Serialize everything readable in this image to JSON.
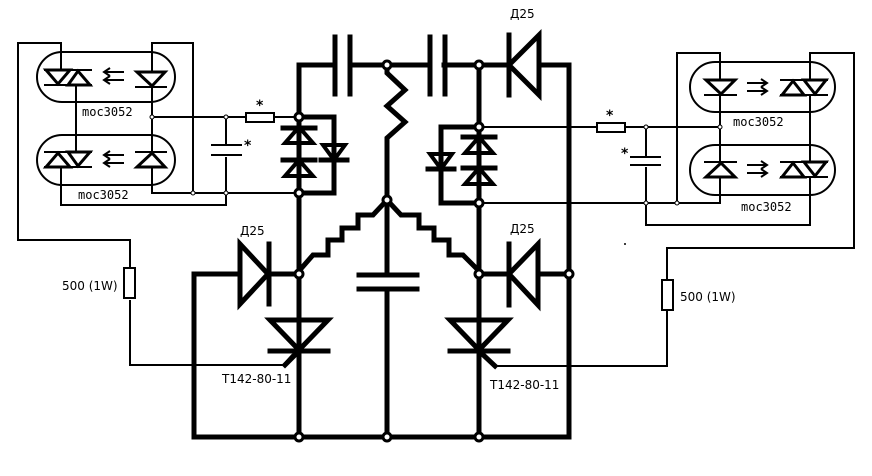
{
  "diagram": {
    "type": "electrical-schematic",
    "labels": {
      "optocoupler_tl": "moc3052",
      "optocoupler_bl": "moc3052",
      "optocoupler_tr": "moc3052",
      "optocoupler_br": "moc3052",
      "diode_top": "Д25",
      "diode_left": "Д25",
      "diode_right": "Д25",
      "thyristor_left": "T142-80-11",
      "thyristor_right": "T142-80-11",
      "resistor_left": "500 (1W)",
      "resistor_right": "500 (1W)",
      "star": "*"
    },
    "components": [
      {
        "id": "U1",
        "kind": "optocoupler",
        "part": "moc3052"
      },
      {
        "id": "U2",
        "kind": "optocoupler",
        "part": "moc3052"
      },
      {
        "id": "U3",
        "kind": "optocoupler",
        "part": "moc3052"
      },
      {
        "id": "U4",
        "kind": "optocoupler",
        "part": "moc3052"
      },
      {
        "id": "D_top",
        "kind": "diode",
        "part": "Д25"
      },
      {
        "id": "D_left",
        "kind": "diode",
        "part": "Д25"
      },
      {
        "id": "D_right",
        "kind": "diode",
        "part": "Д25"
      },
      {
        "id": "VS1",
        "kind": "thyristor",
        "part": "T142-80-11"
      },
      {
        "id": "VS2",
        "kind": "thyristor",
        "part": "T142-80-11"
      },
      {
        "id": "R1",
        "kind": "resistor",
        "value": "500 (1W)"
      },
      {
        "id": "R2",
        "kind": "resistor",
        "value": "500 (1W)"
      },
      {
        "id": "R3",
        "kind": "resistor",
        "value": "*"
      },
      {
        "id": "R4",
        "kind": "resistor",
        "value": "*"
      },
      {
        "id": "C_small_l",
        "kind": "capacitor",
        "value": "*"
      },
      {
        "id": "C_small_r",
        "kind": "capacitor",
        "value": "*"
      },
      {
        "id": "C1",
        "kind": "capacitor"
      },
      {
        "id": "C2",
        "kind": "capacitor"
      },
      {
        "id": "C3",
        "kind": "capacitor"
      },
      {
        "id": "L1",
        "kind": "inductor"
      },
      {
        "id": "L2",
        "kind": "inductor"
      },
      {
        "id": "L3",
        "kind": "inductor"
      }
    ]
  }
}
